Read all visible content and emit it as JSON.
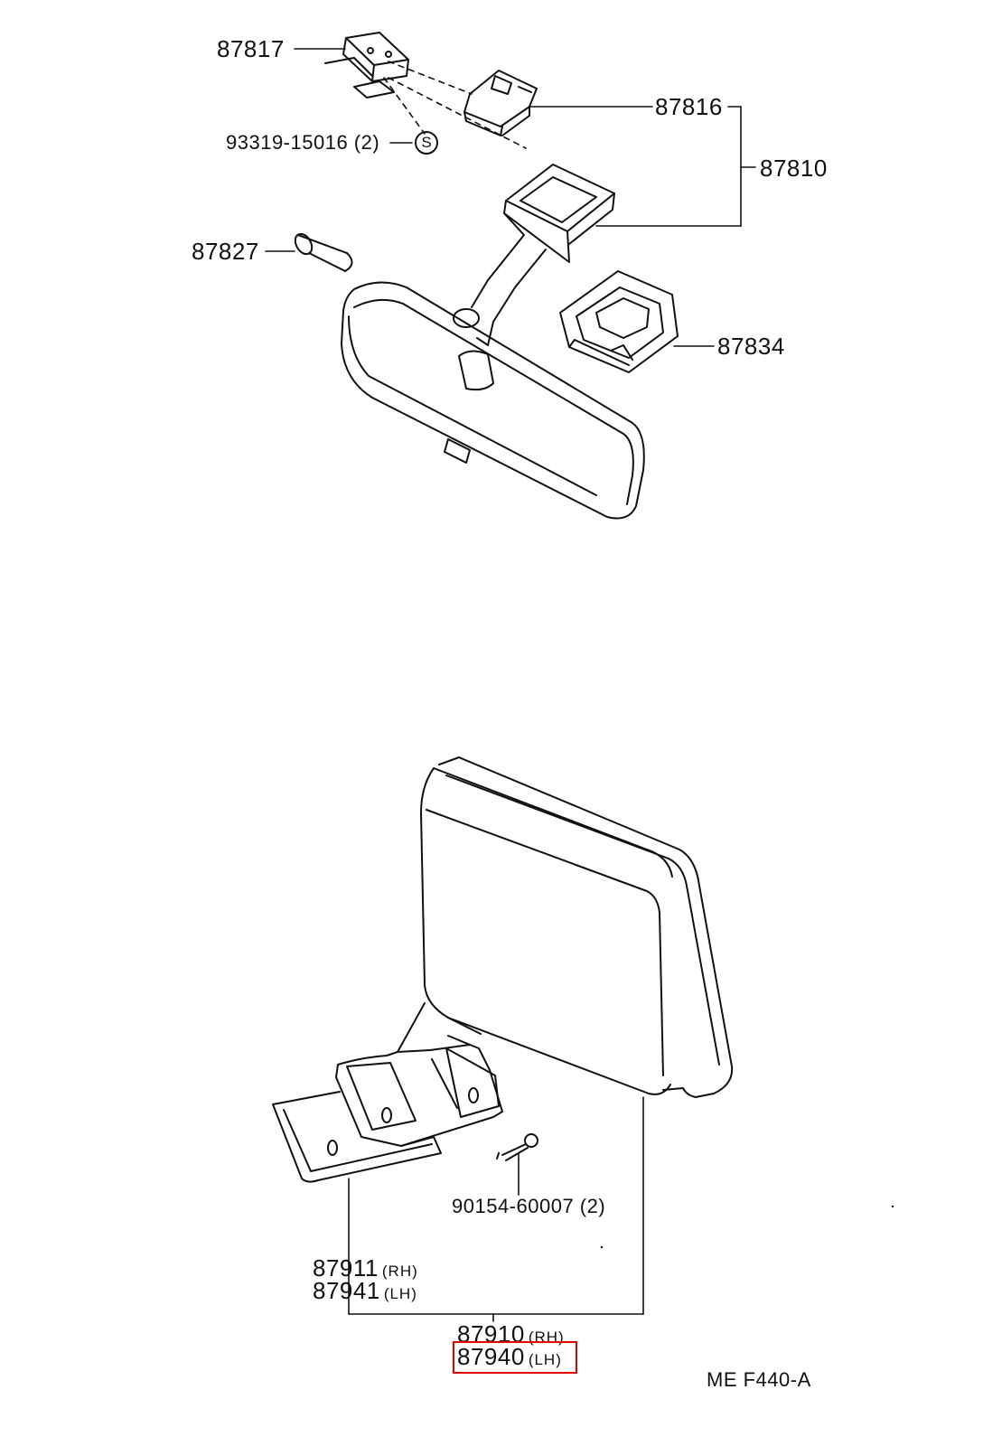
{
  "labels": {
    "p87817": "87817",
    "p87816": "87816",
    "p87810": "87810",
    "p93319": "93319-15016 (2)",
    "s_symbol": "S",
    "p87827": "87827",
    "p87834": "87834",
    "p90154": "90154-60007 (2)",
    "p87911": "87911",
    "p87941": "87941",
    "p87910": "87910",
    "p87940": "87940",
    "rh": "(RH)",
    "lh": "(LH)",
    "code": "ME  F440-A"
  },
  "highlight": {
    "part": "87940",
    "color": "#e00000"
  }
}
